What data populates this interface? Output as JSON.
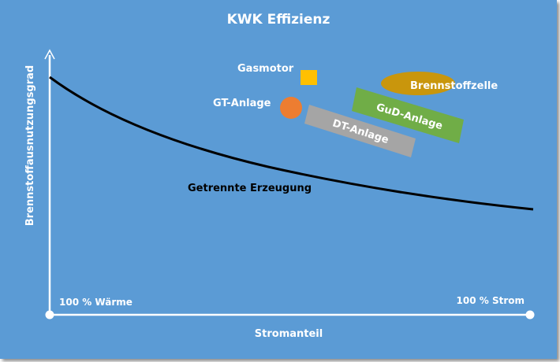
{
  "title": "KWK Effizienz",
  "axes": {
    "y_label": "Brennstoffausnutzungsgrad",
    "x_label": "Stromanteil",
    "left_end": "100 % Wärme",
    "right_end": "100 % Strom"
  },
  "curve": {
    "label": "Getrennte  Erzeugung",
    "color": "#000000"
  },
  "technologies": [
    {
      "name": "Gasmotor",
      "shape": "square",
      "color": "#ffc000"
    },
    {
      "name": "GT-Anlage",
      "shape": "circle",
      "color": "#ed7d31"
    },
    {
      "name": "Brennstoffzelle",
      "shape": "ellipse",
      "color": "#c9960c"
    },
    {
      "name": "GuD-Anlage",
      "shape": "band",
      "color": "#70ad47"
    },
    {
      "name": "DT-Anlage",
      "shape": "band",
      "color": "#a5a5a5"
    }
  ],
  "colors": {
    "background": "#5b9bd5",
    "axis": "#ffffff",
    "text": "#ffffff"
  }
}
